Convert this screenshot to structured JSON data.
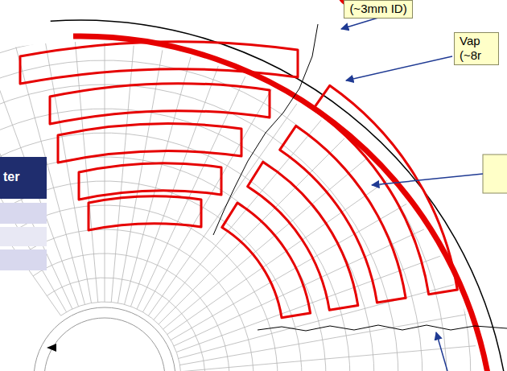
{
  "diagram": {
    "nodes": [
      {
        "text": [
          "(~3mm ID)"
        ]
      },
      {
        "text": [
          "Vap (~8r"
        ]
      }
    ],
    "labels": [
      "ter"
    ]
  }
}
